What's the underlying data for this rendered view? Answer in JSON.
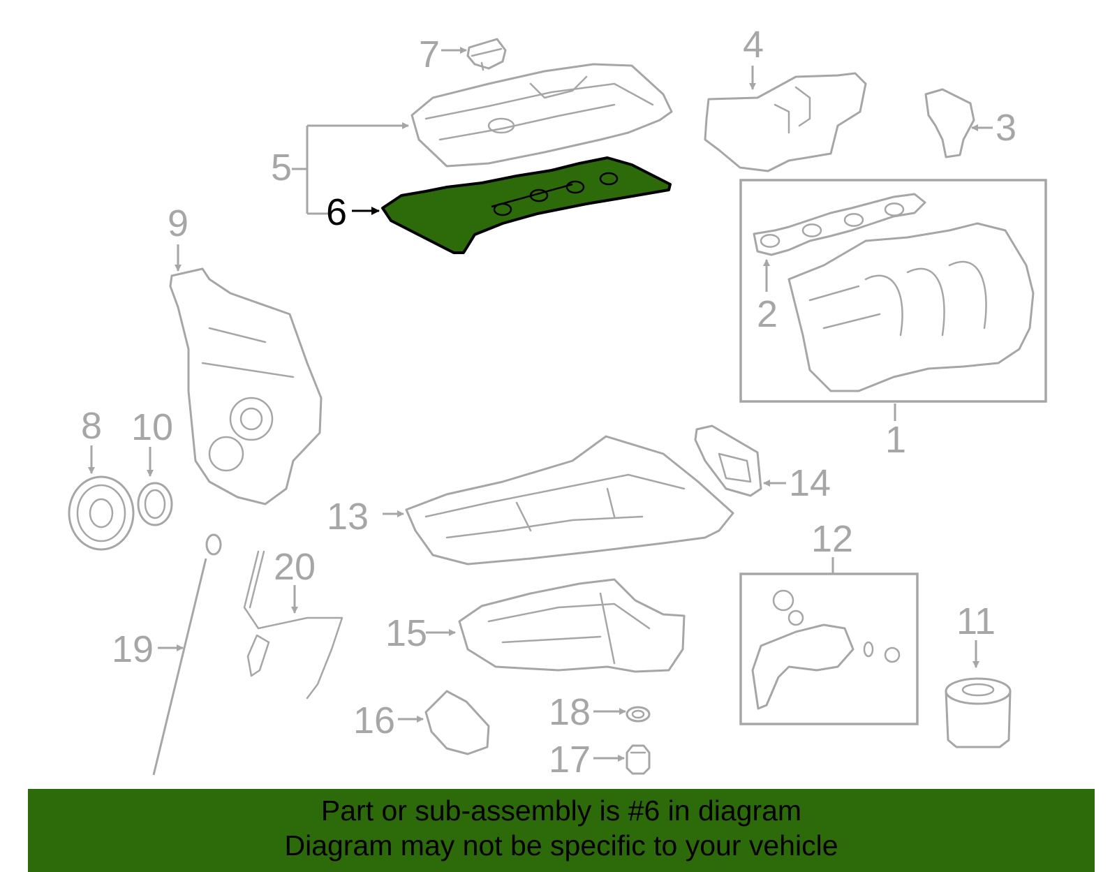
{
  "labels": {
    "l1": "1",
    "l2": "2",
    "l3": "3",
    "l4": "4",
    "l5": "5",
    "l6": "6",
    "l7": "7",
    "l8": "8",
    "l9": "9",
    "l10": "10",
    "l11": "11",
    "l12": "12",
    "l13": "13",
    "l14": "14",
    "l15": "15",
    "l16": "16",
    "l17": "17",
    "l18": "18",
    "l19": "19",
    "l20": "20"
  },
  "highlight": {
    "part_number": "6",
    "color": "#2d6a0a"
  },
  "banner": {
    "line1": "Part or sub-assembly is #6 in diagram",
    "line2": "Diagram may not be specific to your vehicle"
  }
}
